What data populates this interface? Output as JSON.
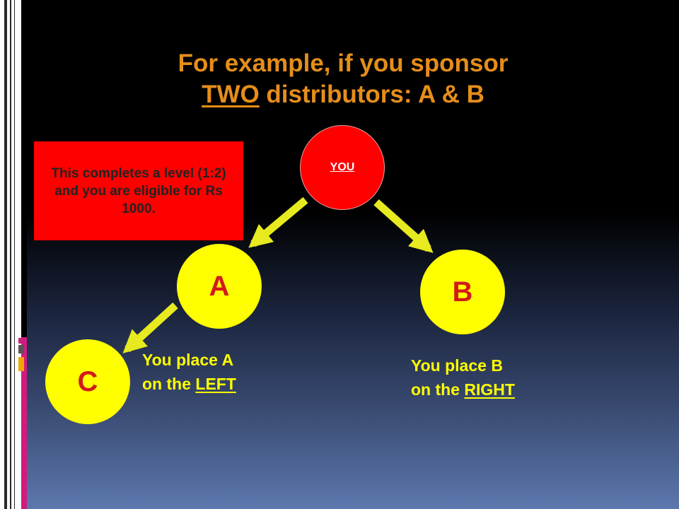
{
  "title": {
    "line1": "For example, if you sponsor",
    "line2_underlined": "TWO",
    "line2_rest": " distributors: A & B"
  },
  "info_box": {
    "text": "This completes a level (1:2) and you are eligible for Rs 1000."
  },
  "nodes": {
    "you": "YOU",
    "a": "A",
    "b": "B",
    "c": "C"
  },
  "captions": {
    "a": {
      "line1": "You place A",
      "line2_prefix": "on the ",
      "line2_underlined": "LEFT"
    },
    "b": {
      "line1": "You place B",
      "line2_prefix": "on the ",
      "line2_underlined": "RIGHT"
    }
  },
  "colors": {
    "title": "#e58e1a",
    "arrow": "#e6ea1e",
    "node_yellow": "#ffff00",
    "node_red": "#ff0000",
    "node_letter": "#d11a1a",
    "caption": "#ffff00"
  }
}
